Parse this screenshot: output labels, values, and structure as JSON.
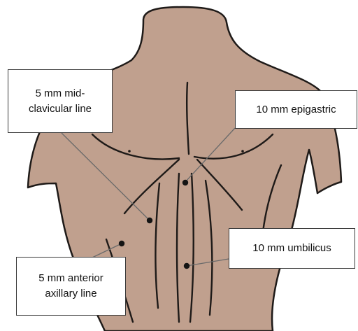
{
  "colors": {
    "skin": "#c0a08e",
    "outline": "#1e1a18",
    "leader_line": "#6a6a6a",
    "port_dot": "#141414",
    "label_bg": "#ffffff"
  },
  "labels": {
    "midclavicular": {
      "line1": "5 mm mid-",
      "line2": "clavicular line"
    },
    "epigastric": {
      "text": "10 mm epigastric"
    },
    "umbilicus": {
      "text": "10 mm umbilicus"
    },
    "anterior_axillary": {
      "line1": "5 mm anterior",
      "line2": "axillary line"
    }
  }
}
